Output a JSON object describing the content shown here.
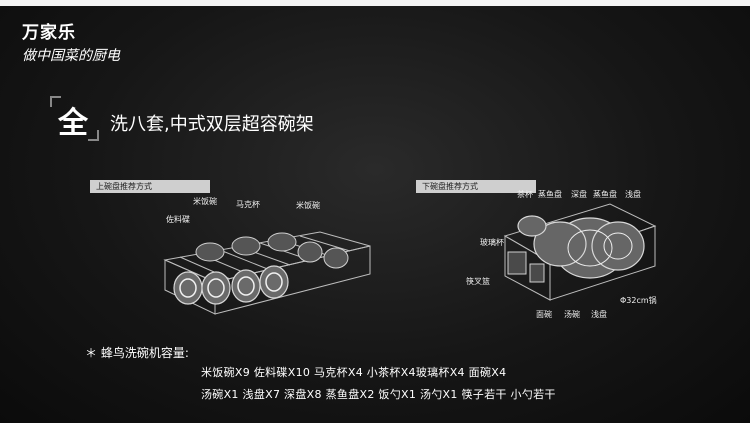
{
  "brand": {
    "name": "万家乐",
    "slogan": "做中国菜的厨电"
  },
  "headline": {
    "big_char": "全",
    "text": "洗八套,中式双层超容碗架"
  },
  "upper_rack": {
    "tag": "上碗盘推荐方式",
    "labels": {
      "rice_bowl_1": "米饭碗",
      "mug": "马克杯",
      "rice_bowl_2": "米饭碗",
      "sauce_dish": "佐料碟"
    }
  },
  "lower_rack": {
    "tag": "下碗盘推荐方式",
    "labels": {
      "tea_cup": "茶杯",
      "fish_plate_1": "蒸鱼盘",
      "deep_plate": "深盘",
      "fish_plate_2": "蒸鱼盘",
      "shallow_plate_1": "浅盘",
      "glass_cup": "玻璃杯",
      "chopstick_basket": "筷叉篮",
      "noodle_bowl": "面碗",
      "soup_bowl": "汤碗",
      "shallow_plate_2": "浅盘",
      "pot": "Φ32cm锅"
    }
  },
  "capacity": {
    "heading": "＊ 蜂鸟洗碗机容量:",
    "line1": "米饭碗X9 佐料碟X10 马克杯X4 小茶杯X4玻璃杯X4 面碗X4",
    "line2": "汤碗X1 浅盘X7 深盘X8 蒸鱼盘X2 饭勺X1 汤勺X1 筷子若干 小勺若干"
  }
}
